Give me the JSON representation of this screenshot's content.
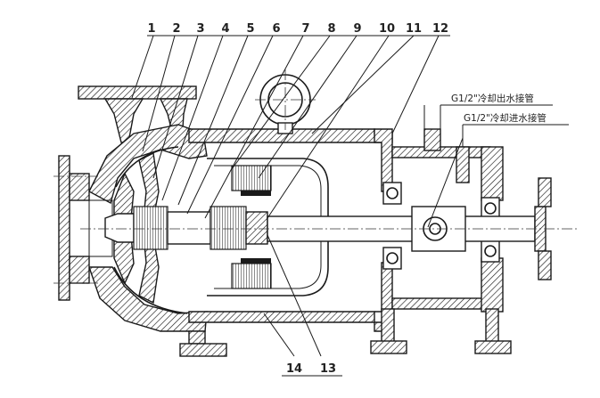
{
  "callouts": {
    "top": [
      "1",
      "2",
      "3",
      "4",
      "5",
      "6",
      "7",
      "8",
      "9",
      "10",
      "11",
      "12"
    ],
    "bottom": [
      "14",
      "13"
    ]
  },
  "notes": {
    "cooling_outlet": "G1/2\"冷却出水接管",
    "cooling_inlet": "G1/2\"冷却进水接管"
  }
}
